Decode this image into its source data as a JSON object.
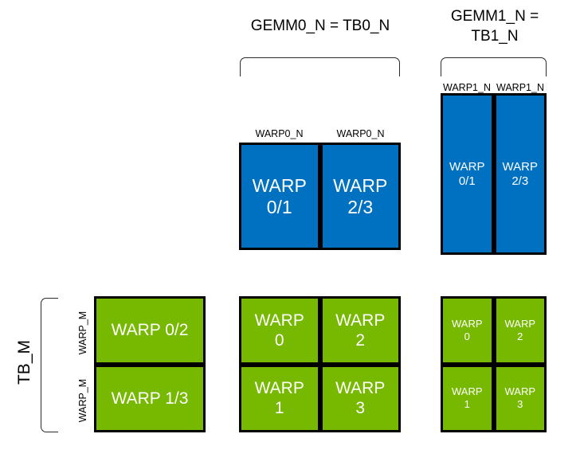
{
  "diagram": {
    "title_gemm0": "GEMM0_N = TB0_N",
    "title_gemm1": "GEMM1_N =\nTB1_N",
    "row_label_tb_m": "TB_M",
    "warp_m_label_top": "WARP_M",
    "warp_m_label_bottom": "WARP_M",
    "warp0_n_label_left": "WARP0_N",
    "warp0_n_label_right": "WARP0_N",
    "warp1_n_label_left": "WARP1_N",
    "warp1_n_label_right": "WARP1_N",
    "colors": {
      "blue": "#0070C0",
      "green": "#76B900",
      "outline": "#000000",
      "text_on_block": "#FFFFFF",
      "background": "#FFFFFF"
    },
    "blue_gemm0": {
      "cells": [
        {
          "label": "WARP\n0/1"
        },
        {
          "label": "WARP\n2/3"
        }
      ]
    },
    "blue_gemm1": {
      "cells": [
        {
          "label": "WARP\n0/1"
        },
        {
          "label": "WARP\n2/3"
        }
      ]
    },
    "green_left": {
      "cells": [
        {
          "label": "WARP 0/2"
        },
        {
          "label": "WARP 1/3"
        }
      ]
    },
    "green_middle": {
      "cells": [
        {
          "label": "WARP\n0"
        },
        {
          "label": "WARP\n2"
        },
        {
          "label": "WARP\n1"
        },
        {
          "label": "WARP\n3"
        }
      ]
    },
    "green_right": {
      "cells": [
        {
          "label": "WARP\n0"
        },
        {
          "label": "WARP\n2"
        },
        {
          "label": "WARP\n1"
        },
        {
          "label": "WARP\n3"
        }
      ]
    }
  }
}
